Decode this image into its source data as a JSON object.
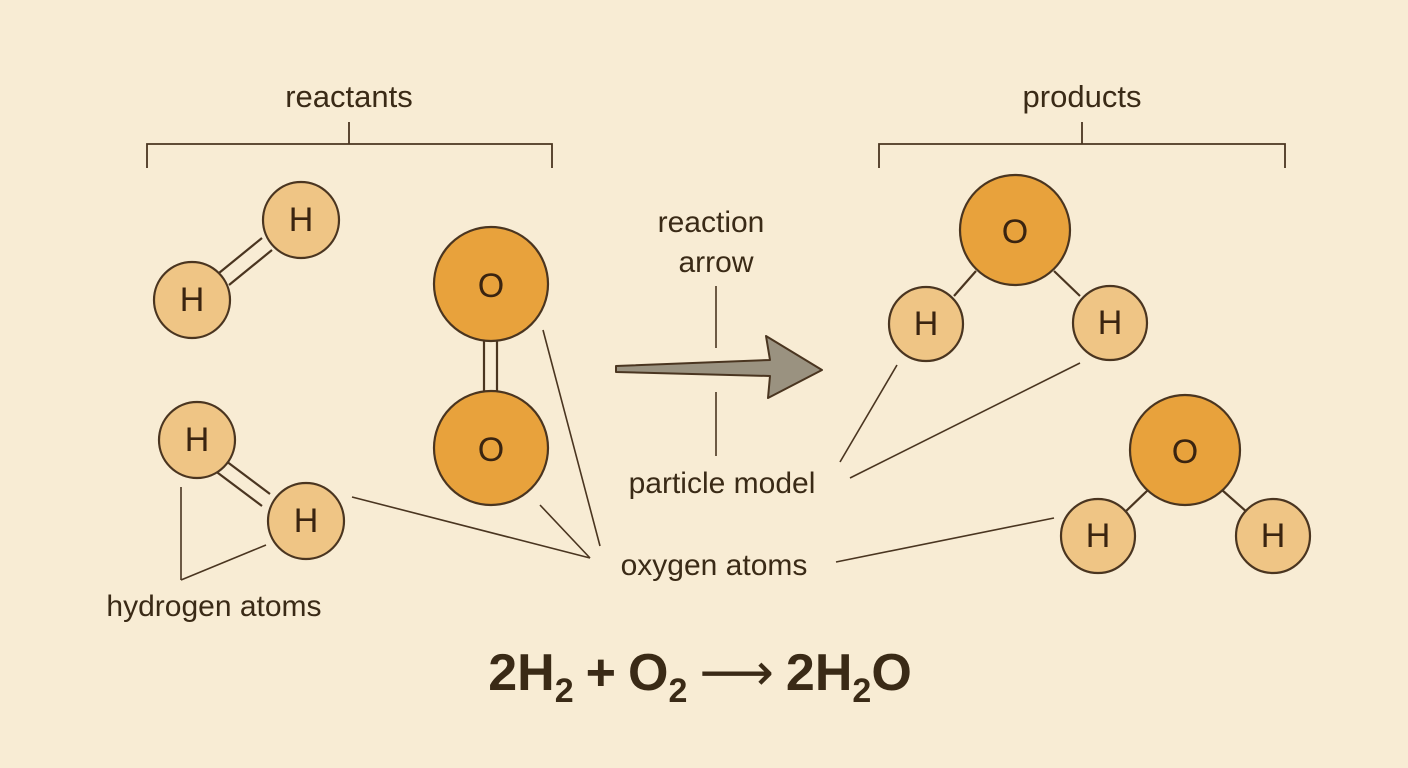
{
  "labels": {
    "reactants": "reactants",
    "products": "products",
    "reaction_arrow_line1": "reaction",
    "reaction_arrow_line2": "arrow",
    "particle_model": "particle model",
    "oxygen_atoms": "oxygen atoms",
    "hydrogen_atoms": "hydrogen atoms"
  },
  "atoms": {
    "hydrogen": "H",
    "oxygen": "O"
  },
  "equation": {
    "coef_h2": "2",
    "h": "H",
    "sub_h2": "2",
    "plus": "+",
    "o": "O",
    "sub_o2": "2",
    "arrow": "⟶",
    "coef_h2o": "2",
    "h_water": "H",
    "sub_h2o": "2",
    "o_water": "O"
  },
  "colors": {
    "background": "#f8ecd4",
    "hydrogen_fill": "#efc585",
    "oxygen_fill": "#e8a23c",
    "outline": "#4a3520",
    "arrow_fill": "#9a9280"
  }
}
